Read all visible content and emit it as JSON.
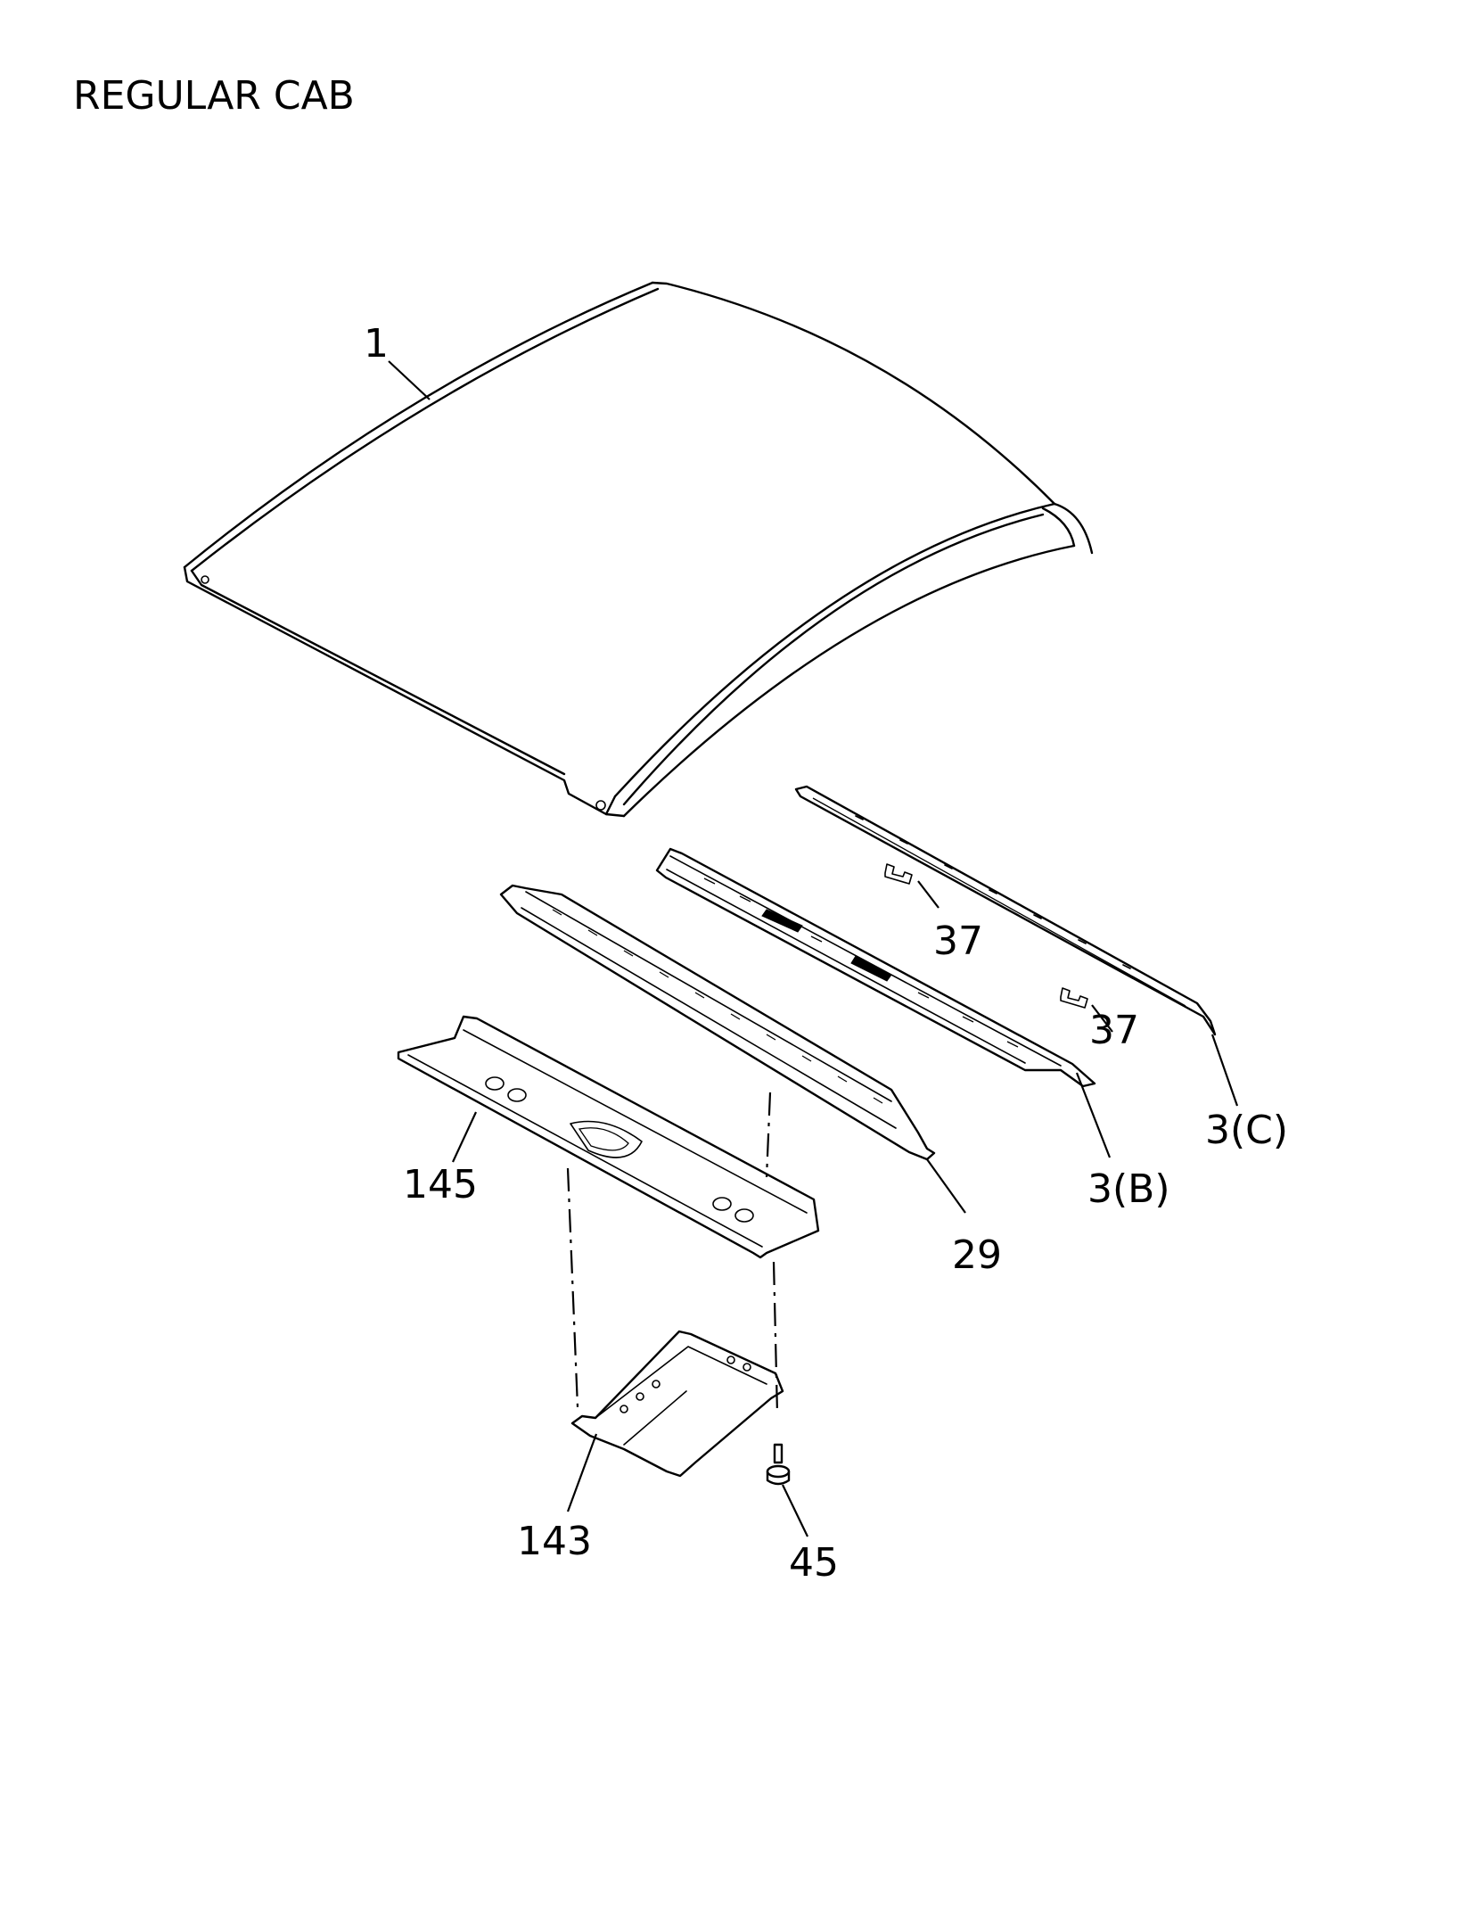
{
  "title": "REGULAR CAB",
  "callouts": {
    "roof_panel": "1",
    "bow_c": "3(C)",
    "bow_b": "3(B)",
    "rail_29": "29",
    "bracket_37a": "37",
    "bracket_37b": "37",
    "rail_145": "145",
    "bracket_143": "143",
    "bolt_45": "45"
  }
}
